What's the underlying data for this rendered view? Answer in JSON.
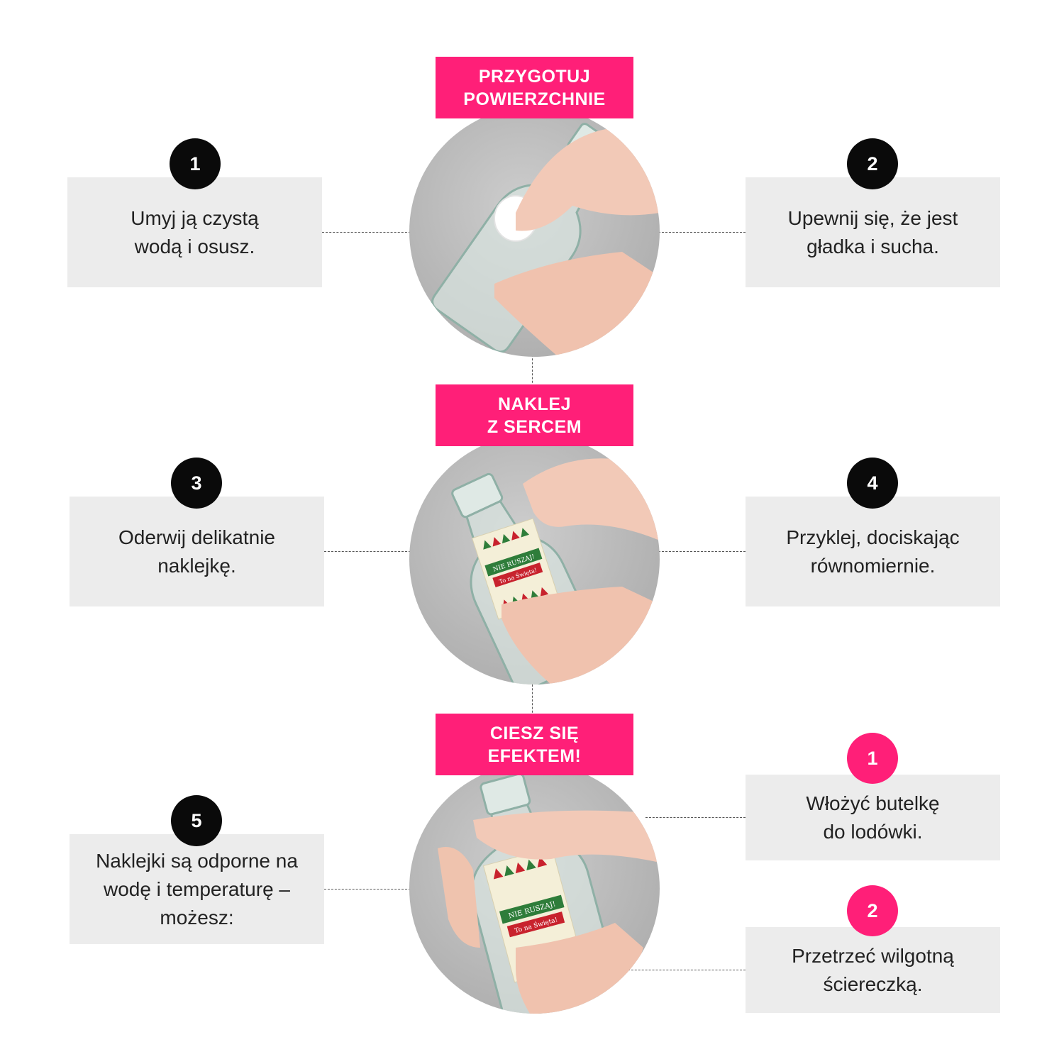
{
  "sections": [
    {
      "line1": "PRZYGOTUJ",
      "line2": "POWIERZCHNIE"
    },
    {
      "line1": "NAKLEJ",
      "line2": "Z SERCEM"
    },
    {
      "line1": "CIESZ SIĘ",
      "line2": "EFEKTEM!"
    }
  ],
  "steps": [
    {
      "number": "1",
      "line1": "Umyj ją czystą",
      "line2": "wodą i osusz."
    },
    {
      "number": "2",
      "line1": "Upewnij się, że jest",
      "line2": "gładka i sucha."
    },
    {
      "number": "3",
      "line1": "Oderwij delikatnie",
      "line2": "naklejkę."
    },
    {
      "number": "4",
      "line1": "Przyklej, dociskając",
      "line2": "równomiernie."
    },
    {
      "number": "5",
      "line1": "Naklejki są odporne na",
      "line2": "wodę i temperaturę –",
      "line3": "możesz:"
    }
  ],
  "options": [
    {
      "number": "1",
      "line1": "Włożyć butelkę",
      "line2": "do lodówki."
    },
    {
      "number": "2",
      "line1": "Przetrzeć wilgotną",
      "line2": "ściereczką."
    }
  ],
  "label": {
    "title": "NIE RUSZAJ!",
    "subtitle": "To na Święta!"
  },
  "colors": {
    "accent": "#ff1f78",
    "badge": "#0a0a0a",
    "box": "#ececec",
    "background": "#ffffff"
  }
}
